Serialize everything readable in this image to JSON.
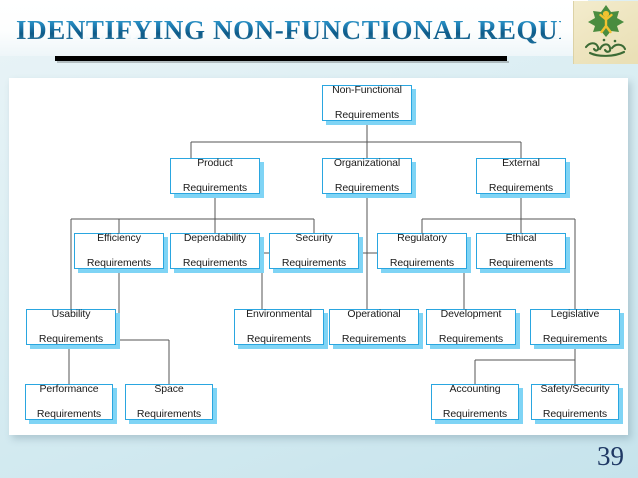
{
  "slide": {
    "title": "IDENTIFYING NON-FUNCTIONAL REQUIREMENTS",
    "page_number": "39",
    "logo": {
      "name": "organization-logo",
      "tree_color": "#4a8c3f",
      "figure_color": "#f2c230",
      "background_color": "#efe6c2",
      "script_color": "#3c6b35"
    },
    "accent_colors": {
      "node_border": "#2aa6e0",
      "node_shadow": "#7fd4f5",
      "connector": "#4d4d4d",
      "title_blue": "#14628f",
      "page_number_color": "#1f3864"
    }
  },
  "diagram": {
    "type": "tree",
    "root": "Non-Functional Requirements",
    "nodes": [
      {
        "id": "non-functional",
        "label": "Non-Functional\nRequirements",
        "line1": "Non-Functional",
        "line2": "Requirements",
        "level": 0
      },
      {
        "id": "product",
        "label": "Product Requirements",
        "line1": "Product",
        "line2": "Requirements",
        "level": 1
      },
      {
        "id": "organizational",
        "label": "Organizational Requirements",
        "line1": "Organizational",
        "line2": "Requirements",
        "level": 1
      },
      {
        "id": "external",
        "label": "External Requirements",
        "line1": "External",
        "line2": "Requirements",
        "level": 1
      },
      {
        "id": "efficiency",
        "label": "Efficiency Requirements",
        "line1": "Efficiency",
        "line2": "Requirements",
        "level": 2
      },
      {
        "id": "dependability",
        "label": "Dependability Requirements",
        "line1": "Dependability",
        "line2": "Requirements",
        "level": 2
      },
      {
        "id": "security",
        "label": "Security Requirements",
        "line1": "Security",
        "line2": "Requirements",
        "level": 2
      },
      {
        "id": "regulatory",
        "label": "Regulatory Requirements",
        "line1": "Regulatory",
        "line2": "Requirements",
        "level": 2
      },
      {
        "id": "ethical",
        "label": "Ethical Requirements",
        "line1": "Ethical",
        "line2": "Requirements",
        "level": 2
      },
      {
        "id": "usability",
        "label": "Usability Requirements",
        "line1": "Usability",
        "line2": "Requirements",
        "level": 3
      },
      {
        "id": "environmental",
        "label": "Environmental Requirements",
        "line1": "Environmental",
        "line2": "Requirements",
        "level": 3
      },
      {
        "id": "operational",
        "label": "Operational Requirements",
        "line1": "Operational",
        "line2": "Requirements",
        "level": 3
      },
      {
        "id": "development",
        "label": "Development Requirements",
        "line1": "Development",
        "line2": "Requirements",
        "level": 3
      },
      {
        "id": "legislative",
        "label": "Legislative Requirements",
        "line1": "Legislative",
        "line2": "Requirements",
        "level": 3
      },
      {
        "id": "performance",
        "label": "Performance Requirements",
        "line1": "Performance",
        "line2": "Requirements",
        "level": 4
      },
      {
        "id": "space",
        "label": "Space Requirements",
        "line1": "Space",
        "line2": "Requirements",
        "level": 4
      },
      {
        "id": "accounting",
        "label": "Accounting Requirements",
        "line1": "Accounting",
        "line2": "Requirements",
        "level": 4
      },
      {
        "id": "safety-security",
        "label": "Safety/Security Requirements",
        "line1": "Safety/Security",
        "line2": "Requirements",
        "level": 4
      }
    ],
    "edges": [
      {
        "from": "non-functional",
        "to": "product"
      },
      {
        "from": "non-functional",
        "to": "organizational"
      },
      {
        "from": "non-functional",
        "to": "external"
      },
      {
        "from": "product",
        "to": "usability"
      },
      {
        "from": "product",
        "to": "efficiency"
      },
      {
        "from": "product",
        "to": "dependability"
      },
      {
        "from": "product",
        "to": "security"
      },
      {
        "from": "organizational",
        "to": "environmental"
      },
      {
        "from": "organizational",
        "to": "operational"
      },
      {
        "from": "organizational",
        "to": "development"
      },
      {
        "from": "external",
        "to": "regulatory"
      },
      {
        "from": "external",
        "to": "ethical"
      },
      {
        "from": "external",
        "to": "legislative"
      },
      {
        "from": "efficiency",
        "to": "performance"
      },
      {
        "from": "efficiency",
        "to": "space"
      },
      {
        "from": "legislative",
        "to": "accounting"
      },
      {
        "from": "legislative",
        "to": "safety-security"
      }
    ]
  }
}
